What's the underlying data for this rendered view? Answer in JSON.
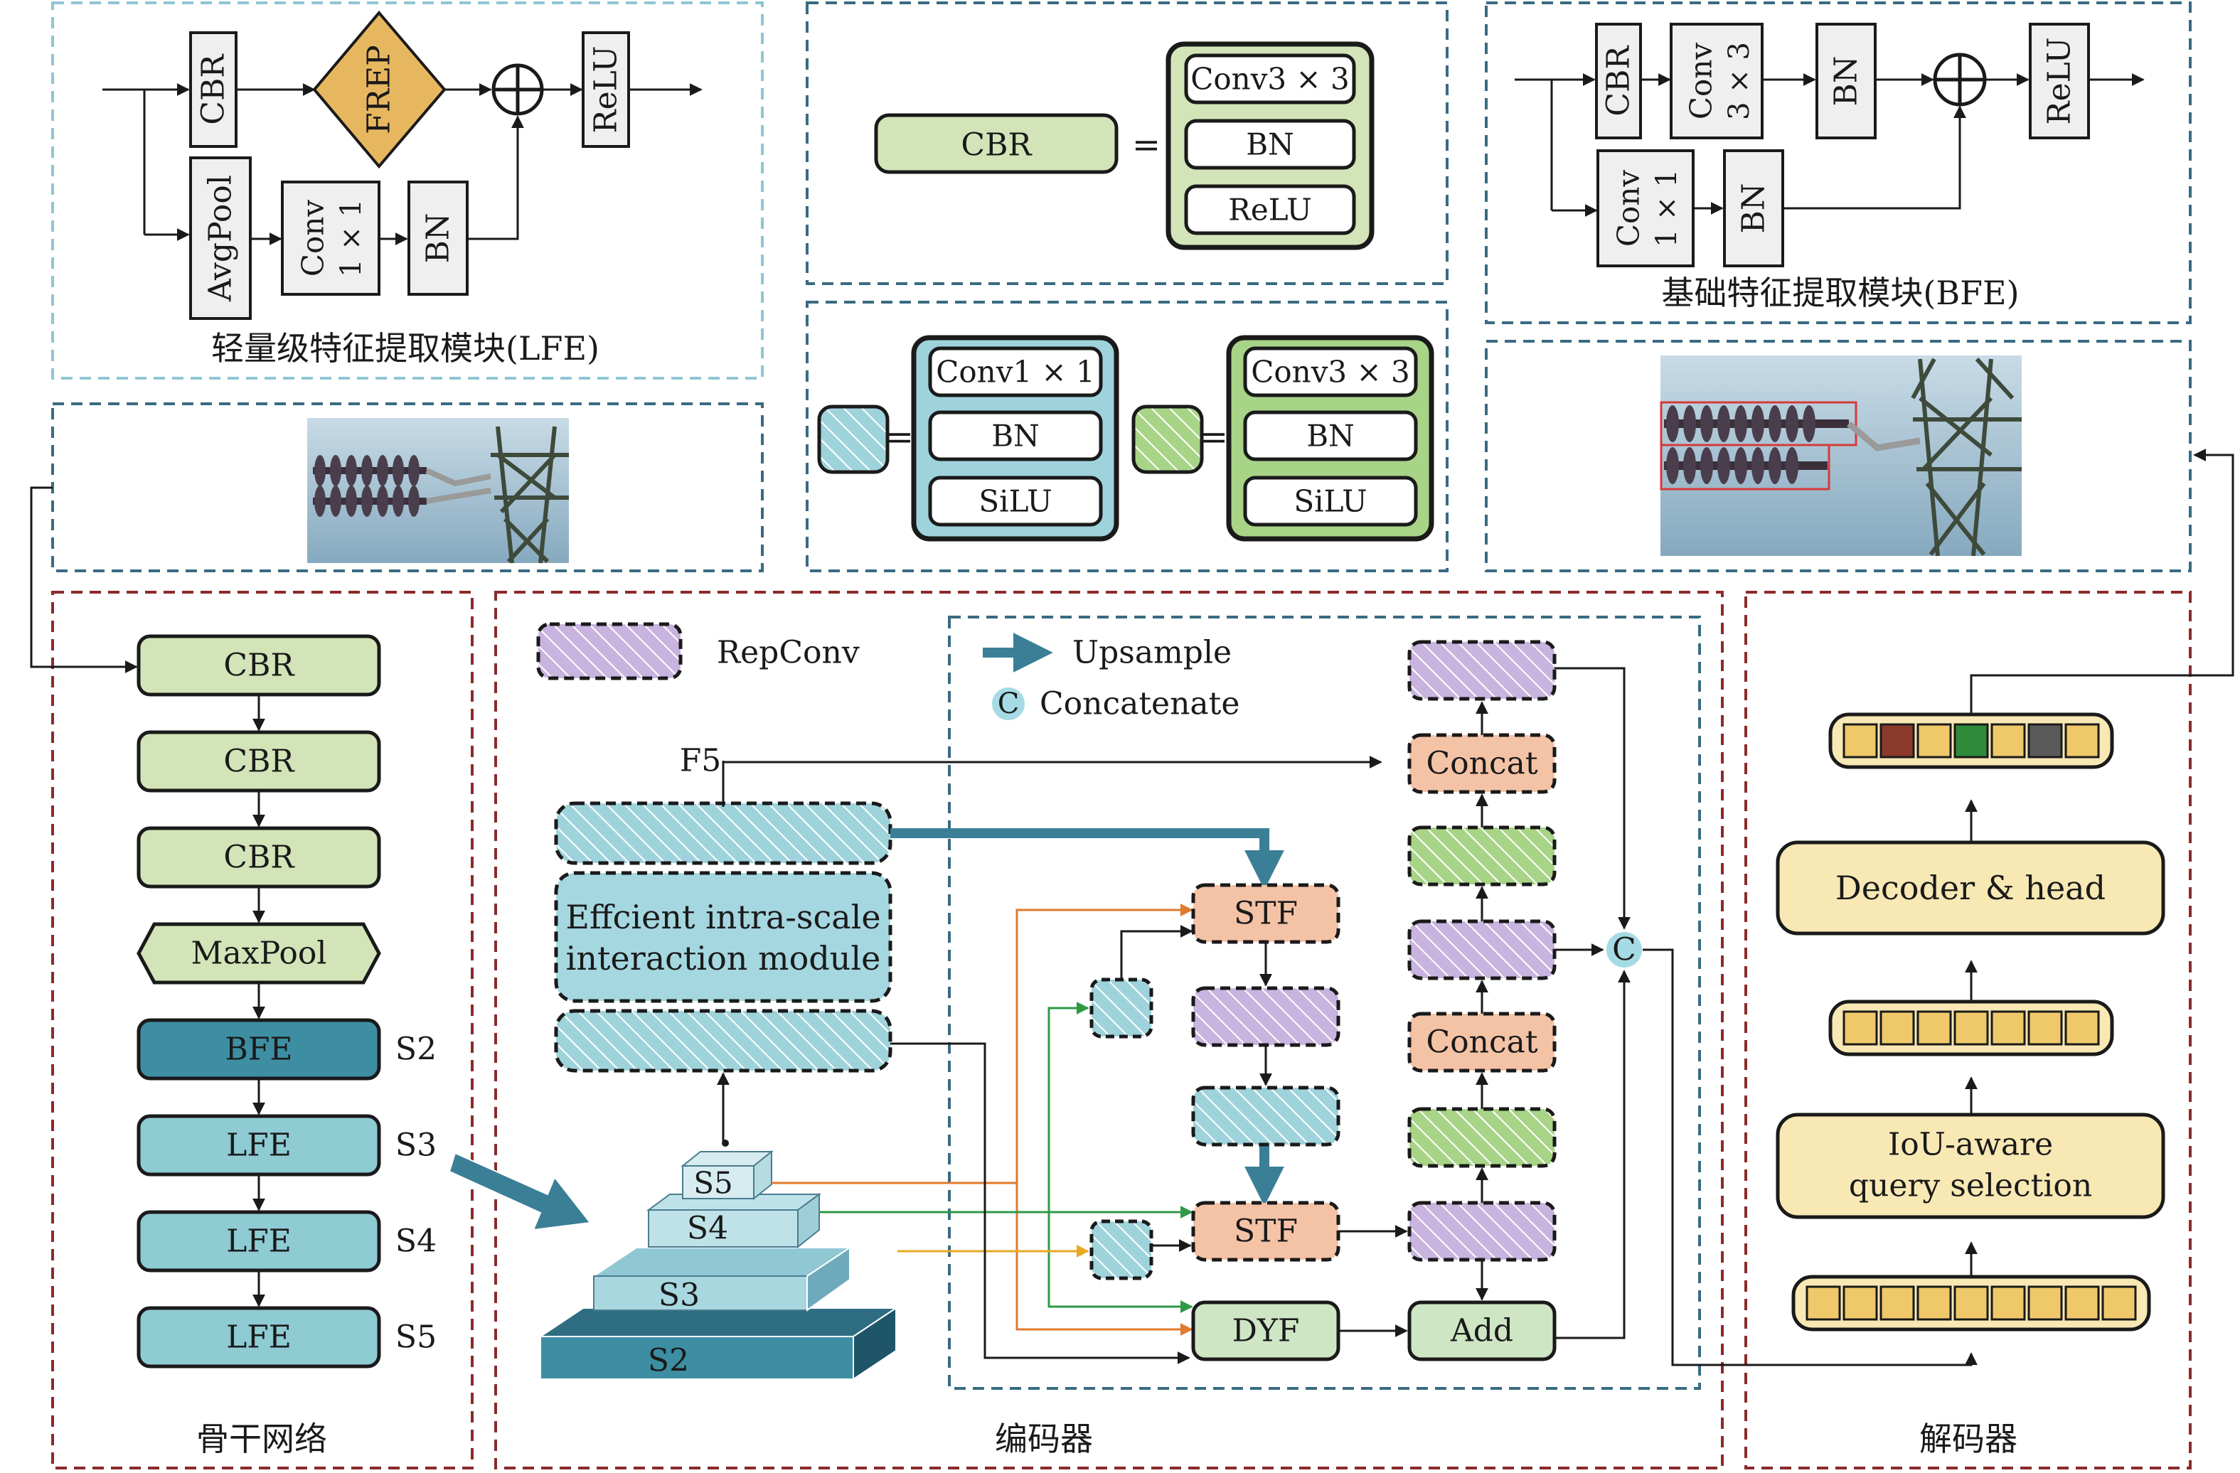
{
  "lfe_panel": {
    "caption": "轻量级特征提取模块(LFE)",
    "cbr": "CBR",
    "frep": "FREP",
    "relu": "ReLU",
    "avgpool": "AvgPool",
    "conv": "Conv",
    "conv_k": "1 × 1",
    "bn": "BN"
  },
  "cbr_def": {
    "cbr": "CBR",
    "eq": "=",
    "conv": "Conv3 × 3",
    "bn": "BN",
    "relu": "ReLU"
  },
  "conv_defs": {
    "eq": "=",
    "blue": {
      "conv": "Conv1 × 1",
      "bn": "BN",
      "act": "SiLU"
    },
    "green": {
      "conv": "Conv3 × 3",
      "bn": "BN",
      "act": "SiLU"
    }
  },
  "bfe_panel": {
    "caption": "基础特征提取模块(BFE)",
    "cbr": "CBR",
    "conv": "Conv",
    "conv3": "3 × 3",
    "conv1": "1 × 1",
    "bn": "BN",
    "relu": "ReLU"
  },
  "backbone": {
    "caption": "骨干网络",
    "blocks": [
      "CBR",
      "CBR",
      "CBR",
      "MaxPool",
      "BFE",
      "LFE",
      "LFE",
      "LFE"
    ],
    "stages": [
      "S2",
      "S3",
      "S4",
      "S5"
    ]
  },
  "encoder": {
    "caption": "编码器",
    "legend": {
      "repconv": "RepConv",
      "upsample": "Upsample",
      "concat_symbol": "C",
      "concatenate": "Concatenate"
    },
    "f5": "F5",
    "aim": "Effcient intra-scale\ninteraction module",
    "pyramid": [
      "S5",
      "S4",
      "S3",
      "S2"
    ],
    "stf": "STF",
    "dyf": "DYF",
    "add": "Add",
    "concat": "Concat",
    "c_symbol": "C"
  },
  "decoder": {
    "caption": "解码器",
    "decoder_head": "Decoder & head",
    "iou_query": "IoU-aware\nquery selection",
    "top_token_colors": [
      "#efc86a",
      "#8b3a2b",
      "#efc86a",
      "#2f8a3a",
      "#efc86a",
      "#5a5a5a",
      "#efc86a"
    ]
  },
  "colors": {
    "cbr_green": "#d3e5b8",
    "lfe_blue": "#8ecbd3",
    "bfe_teal": "#3d8ea3",
    "stf_salmon": "#f4c3a6",
    "repconv_purple": "#c9b3df",
    "decoder_yellow": "#f8e8b4",
    "frep_gold": "#e7b760",
    "arrow_blue": "#3b7f97",
    "orange_line": "#e07a2e",
    "green_line": "#2e9a45",
    "yellow_line": "#e8a922",
    "red_dash": "#8b2a2a",
    "blue_dash": "#3a6b82"
  }
}
